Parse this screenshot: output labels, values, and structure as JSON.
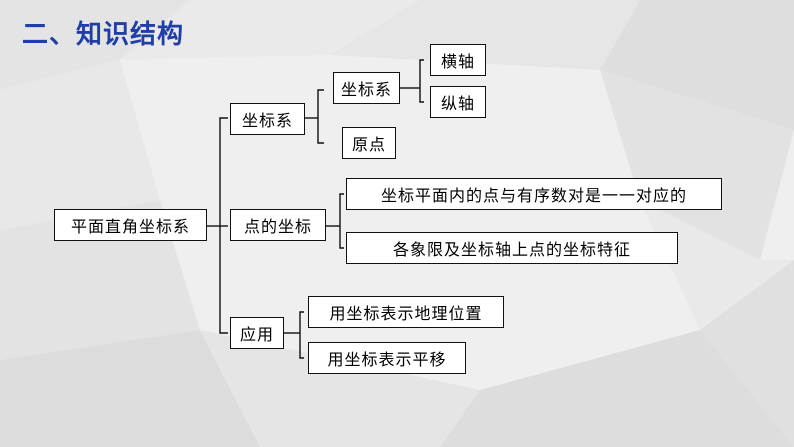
{
  "title": "二、知识结构",
  "diagram": {
    "root": "平面直角坐标系",
    "branch1": {
      "label": "坐标系",
      "sub": {
        "label": "坐标系",
        "children": [
          "横轴",
          "纵轴"
        ]
      },
      "origin": "原点"
    },
    "branch2": {
      "label": "点的坐标",
      "children": [
        "坐标平面内的点与有序数对是一一对应的",
        "各象限及坐标轴上点的坐标特征"
      ]
    },
    "branch3": {
      "label": "应用",
      "children": [
        "用坐标表示地理位置",
        "用坐标表示平移"
      ]
    }
  }
}
